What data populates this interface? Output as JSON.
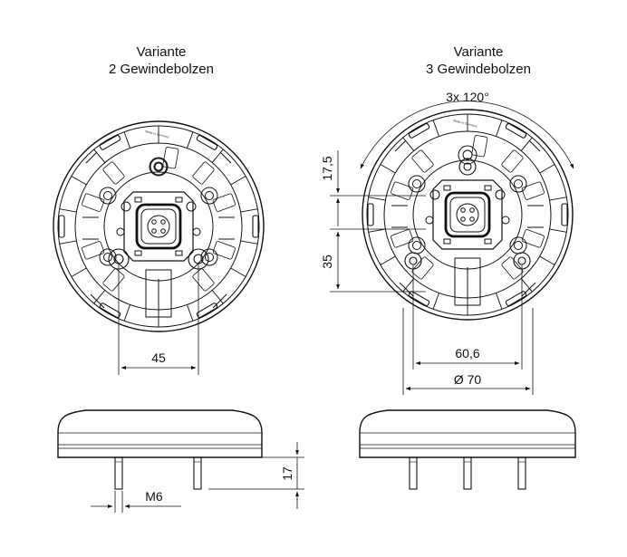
{
  "left_view": {
    "title_line1": "Variante",
    "title_line2": "2 Gewindebolzen",
    "dim_bolt_spacing": "45",
    "dim_thread": "M6",
    "dim_bolt_length": "17",
    "housing_text": "Made in Germany"
  },
  "right_view": {
    "title_line1": "Variante",
    "title_line2": "3 Gewindebolzen",
    "dim_angle": "3x 120°",
    "dim_vertical_1": "17,5",
    "dim_vertical_2": "35",
    "dim_bolt_circle": "60,6",
    "dim_diameter": "Ø 70",
    "housing_text": "Made in Germany"
  }
}
